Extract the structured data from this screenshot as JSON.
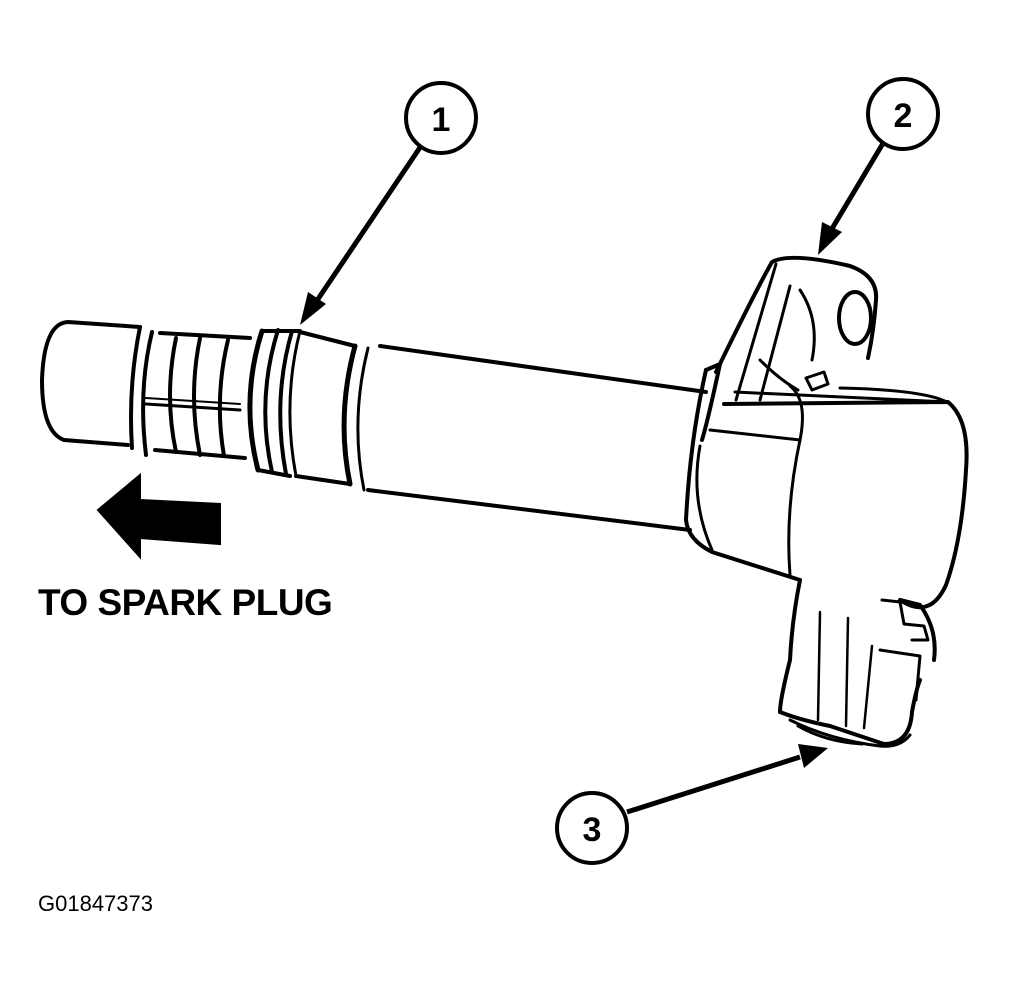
{
  "callouts": [
    {
      "id": "1",
      "label": "1"
    },
    {
      "id": "2",
      "label": "2"
    },
    {
      "id": "3",
      "label": "3"
    }
  ],
  "direction_label": "TO SPARK PLUG",
  "figure_id": "G01847373",
  "colors": {
    "line": "#000000",
    "background": "#ffffff"
  }
}
